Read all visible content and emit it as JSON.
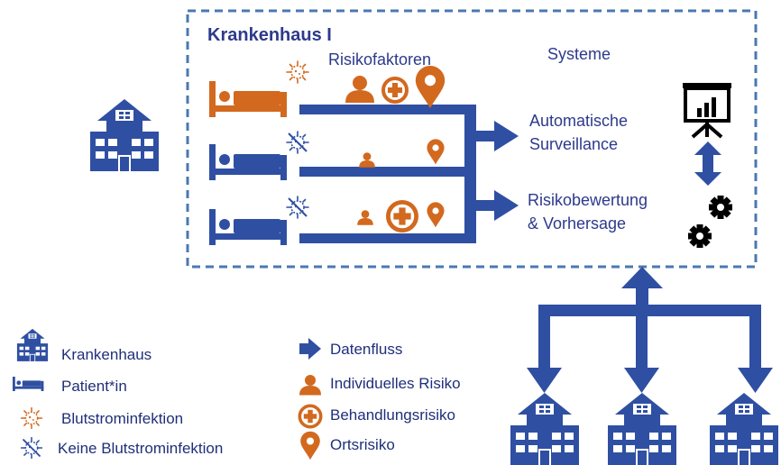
{
  "hospital": {
    "title": "Krankenhaus I",
    "risk_label": "Risikofaktoren",
    "systems_label": "Systeme"
  },
  "outputs": {
    "surveillance_line1": "Automatische",
    "surveillance_line2": "Surveillance",
    "risk_line1": "Risikobewertung",
    "risk_line2": "& Vorhersage"
  },
  "legend": {
    "hospital": "Krankenhaus",
    "patient": "Patient*in",
    "bsi": "Blutstrominfektion",
    "no_bsi": "Keine Blutstrominfektion",
    "dataflow": "Datenfluss",
    "individual_risk": "Individuelles Risiko",
    "treatment_risk": "Behandlungsrisiko",
    "location_risk": "Ortsrisiko"
  },
  "colors": {
    "blue": "#2f4fa2",
    "orange": "#d2691e",
    "dashed_border": "#4a78b0",
    "text": "#2d3a8c"
  }
}
